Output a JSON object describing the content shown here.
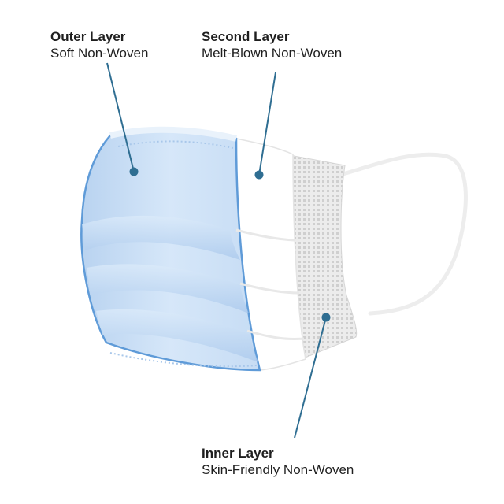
{
  "layers": {
    "outer": {
      "name": "Outer Layer",
      "description": "Soft Non-Woven"
    },
    "second": {
      "name": "Second Layer",
      "description": "Melt-Blown Non-Woven"
    },
    "inner": {
      "name": "Inner Layer",
      "description": "Skin-Friendly Non-Woven"
    }
  },
  "colors": {
    "leader": "#2f6e92",
    "mask_blue": "#c9dff5",
    "mask_edge": "#5f9bd8",
    "melt_blown": "#ffffff",
    "inner_mesh": "#e5e5e5"
  }
}
